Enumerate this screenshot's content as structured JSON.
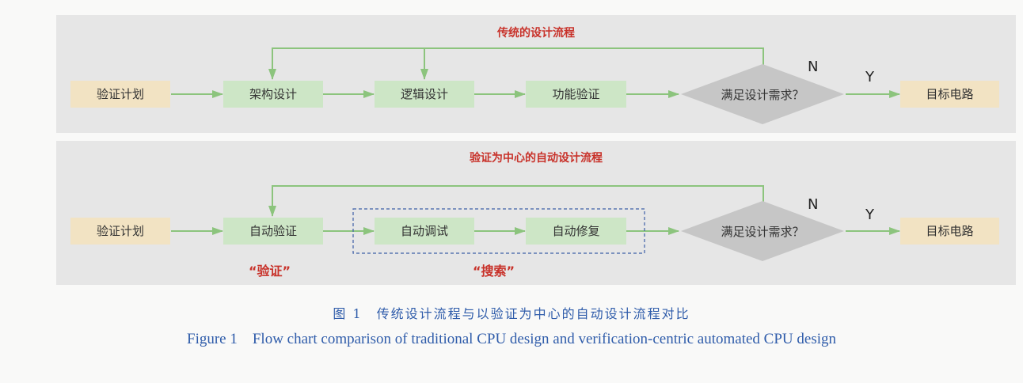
{
  "traditional": {
    "title": "传统的设计流程",
    "plan": "验证计划",
    "arch": "架构设计",
    "logic": "逻辑设计",
    "func": "功能验证",
    "decision": "满足设计需求？",
    "no": "N",
    "yes": "Y",
    "target": "目标电路"
  },
  "verification_centric": {
    "title": "验证为中心的自动设计流程",
    "plan": "验证计划",
    "auto_verify": "自动验证",
    "auto_debug": "自动调试",
    "auto_repair": "自动修复",
    "decision": "满足设计需求？",
    "no": "N",
    "yes": "Y",
    "target": "目标电路",
    "label_verify": "“验证”",
    "label_search": "“搜索”"
  },
  "caption": {
    "cn": "图 1　传统设计流程与以验证为中心的自动设计流程对比",
    "en": "Figure 1    Flow chart comparison of traditional CPU design and verification-centric automated CPU design"
  },
  "colors": {
    "panel": "#e6e6e6",
    "plan_box": "#f2e3c3",
    "step_box": "#cde6c6",
    "arrow": "#8cc47d",
    "diamond": "#c6c6c6",
    "title_red": "#c8322a",
    "caption_blue": "#2f5caa",
    "dashed_border": "#3e5fa6"
  }
}
